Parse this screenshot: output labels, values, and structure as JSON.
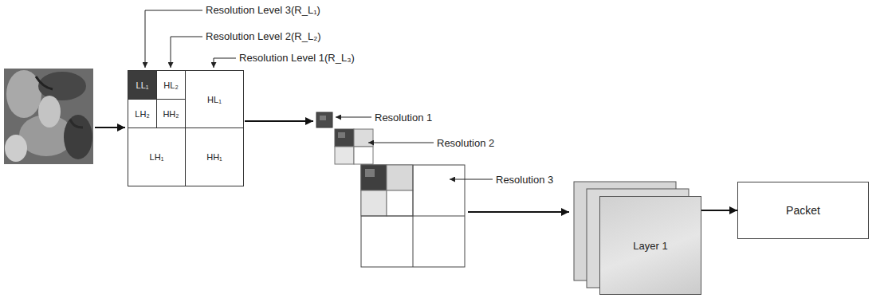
{
  "diagram": {
    "nodes": [
      {
        "text": [
          "LL₁"
        ]
      },
      {
        "text": [
          "HL₂"
        ]
      },
      {
        "text": [
          "LH₂"
        ]
      },
      {
        "text": [
          "HH₂"
        ]
      },
      {
        "text": [
          "HL₁"
        ]
      },
      {
        "text": [
          "LH₁"
        ]
      },
      {
        "text": [
          "HH₁"
        ]
      },
      {
        "text": [
          "Layer 1"
        ]
      },
      {
        "text": [
          "Packet"
        ]
      }
    ],
    "edges": [
      {
        "from": 7,
        "to": 8,
        "arrow": "to"
      }
    ],
    "labels": [
      "Resolution Level 3(R_L₁)",
      "Resolution Level 2(R_L₂)",
      "Resolution Level 1(R_L₃)",
      "Resolution 1",
      "Resolution 2",
      "Resolution 3"
    ]
  }
}
